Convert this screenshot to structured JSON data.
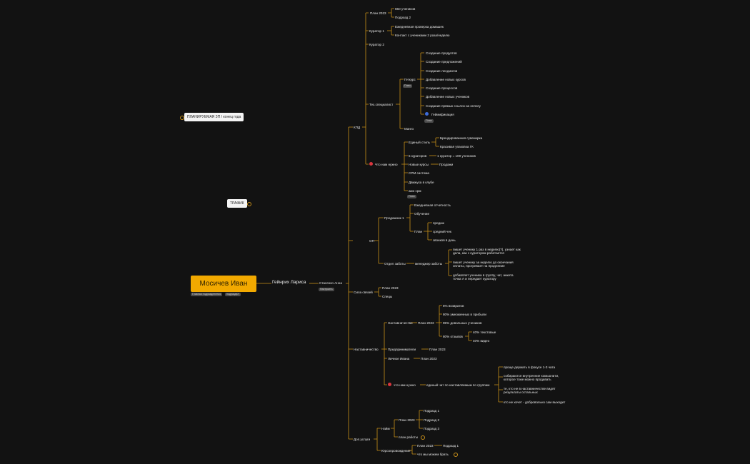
{
  "colors": {
    "background": "#121212",
    "branch": "#c8901a",
    "root_fill": "#f2a900",
    "tag_fill": "#4a4a4a"
  },
  "root": {
    "label": "Мосичев Иван",
    "tags": [
      "Главная подразделения",
      "подраздел"
    ]
  },
  "floating": {
    "planned": "ПЛАНИРУЕМАЯ ЗП / конец года",
    "traffic": "ТРАФИК"
  },
  "level1": {
    "person": "Гейнрих Лариса",
    "child": "Стасенко Анна",
    "child_tag": "Настроить"
  },
  "groups": {
    "kpd": "КПД",
    "op": "ОП",
    "sila": "Сила связей",
    "nastav": "Наставничество",
    "dop": "Доп.услуги"
  },
  "kpd": {
    "plan2023": "План 2023",
    "students": "650 учеников",
    "podrazdel2": "Подразд 2",
    "kurator1": "Куратор 1",
    "k1a": "Ежедневная проверка домашек",
    "k1b": "Контакт с учениками 2 раза/неделю",
    "kurator2": "Куратор 2",
    "tech": "Тех.специалист",
    "getkurs": "Геткурс",
    "getkurs_tag": "Плюс",
    "g1": "Создание продуктов",
    "g2": "Создание предложений",
    "g3": "Создание лендингов",
    "g4": "Добавление новых курсов",
    "g5": "Создание процессов",
    "g6": "Добавление новых учеников",
    "g7": "Создание прямых ссылок на оплату",
    "g8": "Геймификация",
    "g8_tag": "План",
    "mango": "Манго",
    "need": "Что нам нужно",
    "style": "Единый стиль",
    "s1": "Брендированная сувенирка",
    "s2": "Красивая упаковка ГК",
    "kur5": "5 кураторов",
    "kur5b": "1 куратор = 100 учеников",
    "newc": "Новые курсы",
    "sales": "Продажи",
    "crm": "CPM система",
    "club": "Движуха в клубе",
    "amo": "амо срм",
    "amo_tag": "План"
  },
  "op": {
    "prod1": "Продажник 1",
    "d1": "Ежедневная отчетность",
    "d2": "Обучение",
    "plan": "План",
    "p1": "продаж",
    "p2": "средний чек",
    "p3": "звонков в день",
    "dept": "Отдел заботы",
    "mgr": "менеджер заботы",
    "m1": "пишет ученику 1 раз в неделю(?), узнает как дела, как с куратором работается",
    "m2": "пишет ученику за неделю до окончания оплаты, прогревает на продление",
    "m3": "добавляет ученика в группу, чат, анкета точка А и передает куратору"
  },
  "sila": {
    "plan": "План 2023",
    "cases": "Спецы"
  },
  "nastav": {
    "nast": "Наставничество",
    "plan": "План 2023",
    "r1": "5% возвратов",
    "r2": "80% умноженных в прибыли",
    "r3": "95% довольных учеников",
    "r4": "80% отзывов",
    "r4a": "40% текстовые",
    "r4b": "40% видео",
    "pred": "Предприниматели",
    "pred_plan": "План 2023",
    "lich": "Личное Ивана",
    "lich_plan": "План 2023",
    "need": "что нам нужно",
    "chat": "единый чат по наставляемым по группам",
    "c1": "проще держать в фокусе 1-3 чата",
    "c2": "собираются внутренние комьюнити, которое тоже можно продавать",
    "c3": "те, кто не в наставничестве видят результаты остальных",
    "c4": "кто не хочет - добровольно сам выходит"
  },
  "dop": {
    "naim": "Найм",
    "plan": "План 2023",
    "a1": "Подразд 1",
    "a2": "Подразд 2",
    "a3": "Подразд 3",
    "plan_rab": "план работы",
    "yur": "Юрсопровождение",
    "yplan": "План 2023",
    "y1": "Подразд 1",
    "ychto": "что мы можем брать"
  }
}
